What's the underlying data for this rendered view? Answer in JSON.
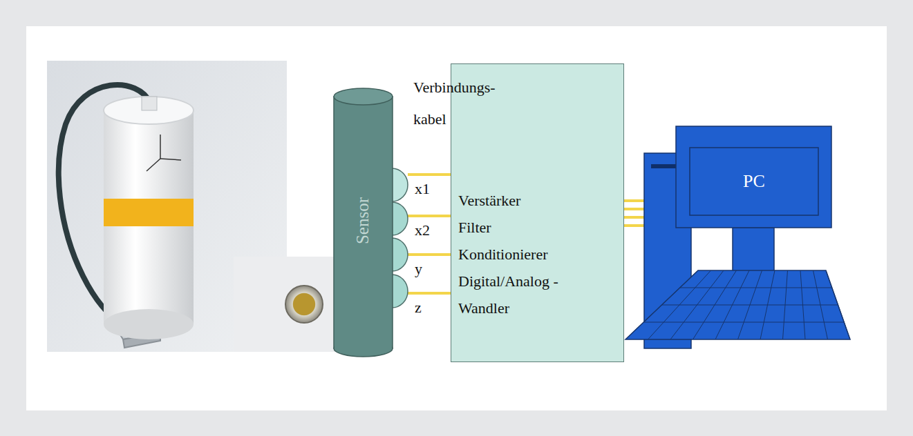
{
  "diagram": {
    "nodes": [
      {
        "text": [
          "Sensor"
        ]
      },
      {
        "text": [
          "Verstärker",
          "Filter",
          "Konditionierer",
          "Digital/Analog - Wandler"
        ]
      },
      {
        "text": [
          "PC"
        ]
      }
    ],
    "edges": [
      {
        "from": 0,
        "to": 1,
        "arrow": "none",
        "label": "x1"
      },
      {
        "from": 0,
        "to": 1,
        "arrow": "none",
        "label": "x2"
      },
      {
        "from": 0,
        "to": 1,
        "arrow": "none",
        "label": "y"
      },
      {
        "from": 0,
        "to": 1,
        "arrow": "none",
        "label": "z"
      },
      {
        "from": 1,
        "to": 2,
        "arrow": "none"
      },
      {
        "from": 1,
        "to": 2,
        "arrow": "none"
      },
      {
        "from": 1,
        "to": 2,
        "arrow": "none"
      },
      {
        "from": 1,
        "to": 2,
        "arrow": "none"
      }
    ],
    "labels": [
      "Verbindungs- kabel"
    ]
  }
}
